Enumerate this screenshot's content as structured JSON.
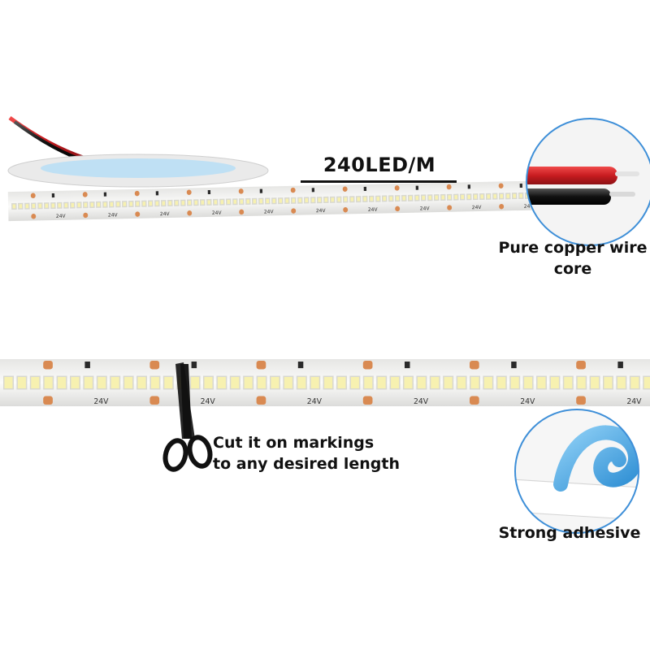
{
  "density_label": "240LED/M",
  "copper_caption_line1": "Pure copper wire",
  "copper_caption_line2": "core",
  "cut_caption_line1": "Cut it on markings",
  "cut_caption_line2": "to any desired length",
  "adhesive_caption": "Strong adhesive",
  "strip_marking": "24V",
  "colors": {
    "led_yellow": "#f7f1b0",
    "led_frame": "#d8d8d0",
    "pcb_white": "#f4f4f2",
    "copper_pad": "#d98a52",
    "resistor": "#2a2a2a",
    "wire_red": "#d8262a",
    "wire_black": "#1a1a1a",
    "adhesive_blue": "#4aa8e6",
    "callout_ring": "#3e8fd8"
  }
}
